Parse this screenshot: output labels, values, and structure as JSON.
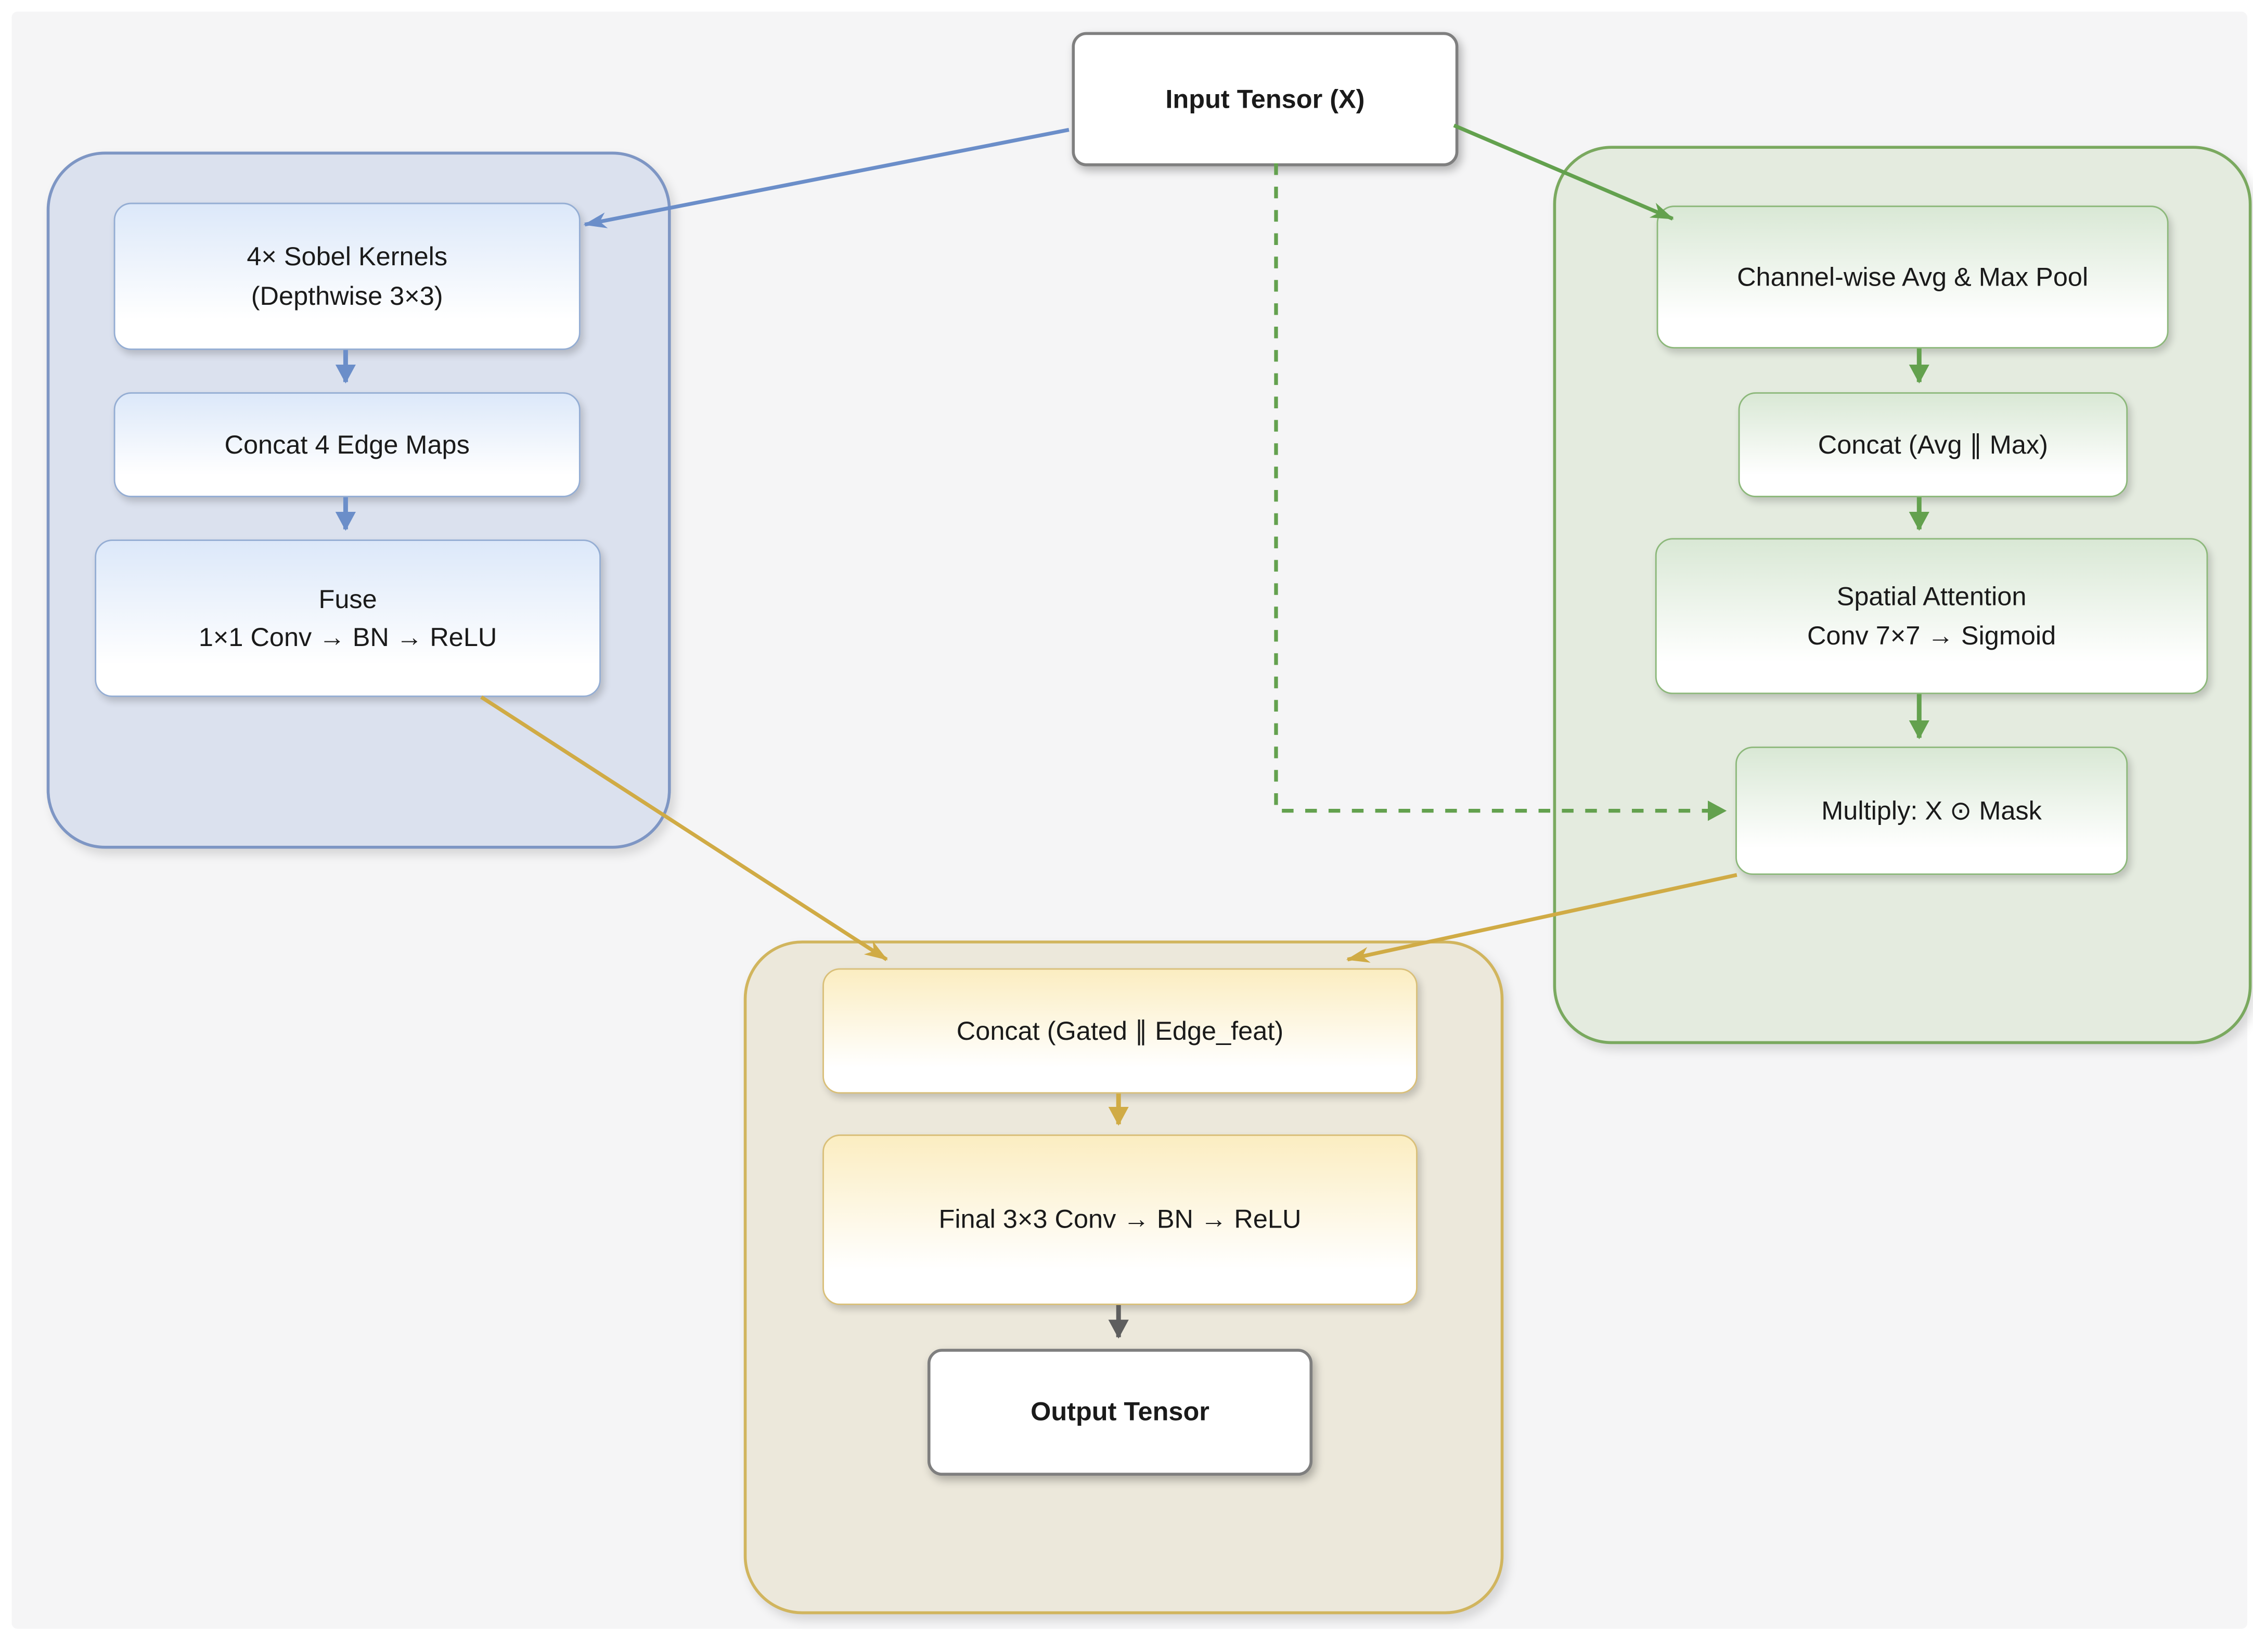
{
  "diagram": {
    "nodes": {
      "input": {
        "label": "Input Tensor (X)"
      },
      "sobel": {
        "line1": "4× Sobel Kernels",
        "line2": "(Depthwise 3×3)"
      },
      "concat_edges": {
        "label": "Concat 4 Edge Maps"
      },
      "fuse": {
        "line1": "Fuse",
        "line2": "1×1 Conv → BN → ReLU"
      },
      "pool": {
        "label": "Channel-wise Avg & Max Pool"
      },
      "concat_avg_max": {
        "label": "Concat (Avg ∥ Max)"
      },
      "spatial": {
        "line1": "Spatial Attention",
        "line2": "Conv 7×7 → Sigmoid"
      },
      "multiply": {
        "label": "Multiply: X ⊙ Mask"
      },
      "concat_gated": {
        "label": "Concat (Gated ∥ Edge_feat)"
      },
      "final_conv": {
        "label": "Final 3×3 Conv → BN → ReLU"
      },
      "output": {
        "label": "Output Tensor"
      }
    },
    "colors": {
      "background": "#f5f5f6",
      "edge_branch_fill": "#dbe1ee",
      "edge_branch_stroke": "#7e96c4",
      "blue_box_top": "#dce8f9",
      "blue_box_stroke": "#94add3",
      "attention_fill": "#e4ebdf",
      "attention_stroke": "#7aa95f",
      "green_box_top": "#d9e8d5",
      "green_box_stroke": "#8cb87a",
      "fusion_fill": "#ece8db",
      "fusion_stroke": "#d1b55e",
      "yellow_box_top": "#fbedc1",
      "yellow_box_stroke": "#d9bf78",
      "io_stroke": "#7f7f7f",
      "blue_arrow": "#6b8ec9",
      "green_arrow": "#63a14e",
      "gold_arrow": "#d0ab45",
      "gray_arrow": "#5e5e5e",
      "text": "#1a1a1a"
    }
  }
}
